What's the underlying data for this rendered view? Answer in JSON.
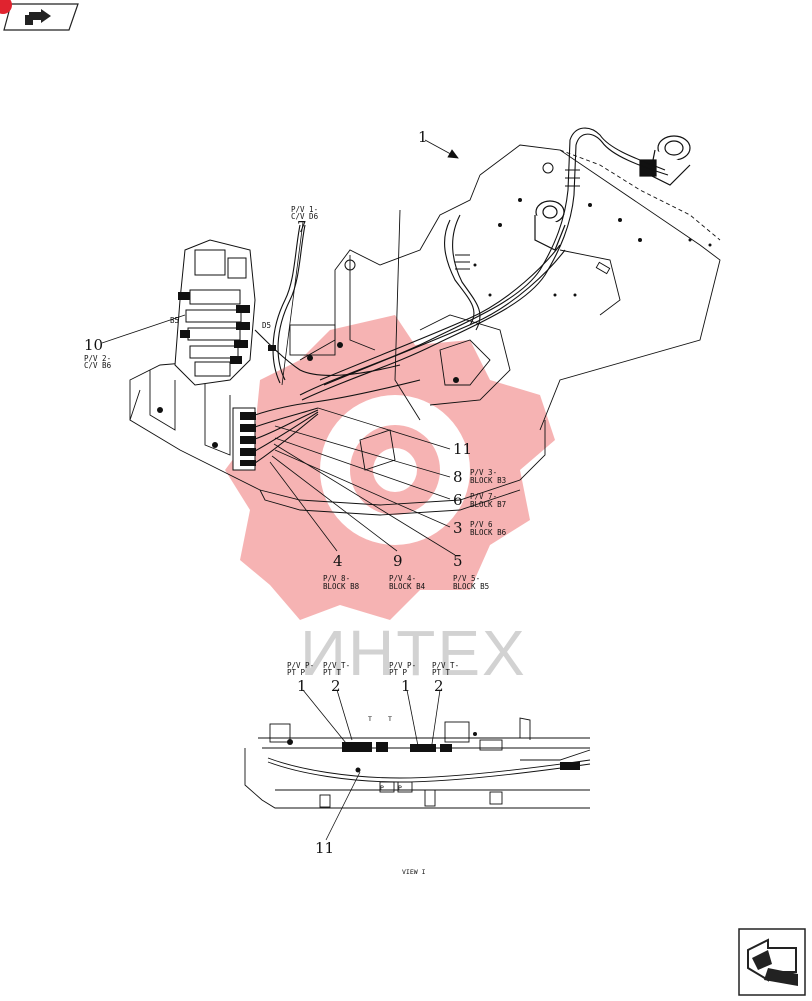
{
  "watermark": {
    "text": "ИНТЕХ",
    "gear_color": "#f5a6a6",
    "text_color": "#d2d2d2"
  },
  "nav": {
    "forward_icon": "forward-arrow-icon",
    "back_icon": "back-arrow-icon",
    "badge_color": "#e0232f"
  },
  "callouts": {
    "c1": "1",
    "c7": "7",
    "c10": "10",
    "c11": "11",
    "c8": "8",
    "c6": "6",
    "c3": "3",
    "c4": "4",
    "c9": "9",
    "c5": "5"
  },
  "labels": {
    "pv1_a": "P/V 1-",
    "pv1_b": "C/V D6",
    "pv2_a": "P/V 2-",
    "pv2_b": "C/V B6",
    "d5": "D5",
    "b5": "B5",
    "pv3_a": "P/V 3-",
    "pv3_b": "BLOCK B3",
    "pv7_a": "P/V 7-",
    "pv7_b": "BLOCK B7",
    "pv6_a": "P/V 6",
    "pv6_b": "BLOCK B6",
    "pv8_a": "P/V 8-",
    "pv8_b": "BLOCK B8",
    "pv4_a": "P/V 4-",
    "pv4_b": "BLOCK B4",
    "pv5_a": "P/V 5-",
    "pv5_b": "BLOCK B5"
  },
  "view_i": {
    "left_p_a": "P/V P-",
    "left_p_b": "PT P",
    "left_t_a": "P/V T-",
    "left_t_b": "PT T",
    "right_p_a": "P/V P-",
    "right_p_b": "PT P",
    "right_t_a": "P/V T-",
    "right_t_b": "PT T",
    "n1_left": "1",
    "n2_left": "2",
    "n1_right": "1",
    "n2_right": "2",
    "n11": "11",
    "t1": "T",
    "t2": "T",
    "p1": "P",
    "p2": "P",
    "caption": "VIEW I"
  }
}
